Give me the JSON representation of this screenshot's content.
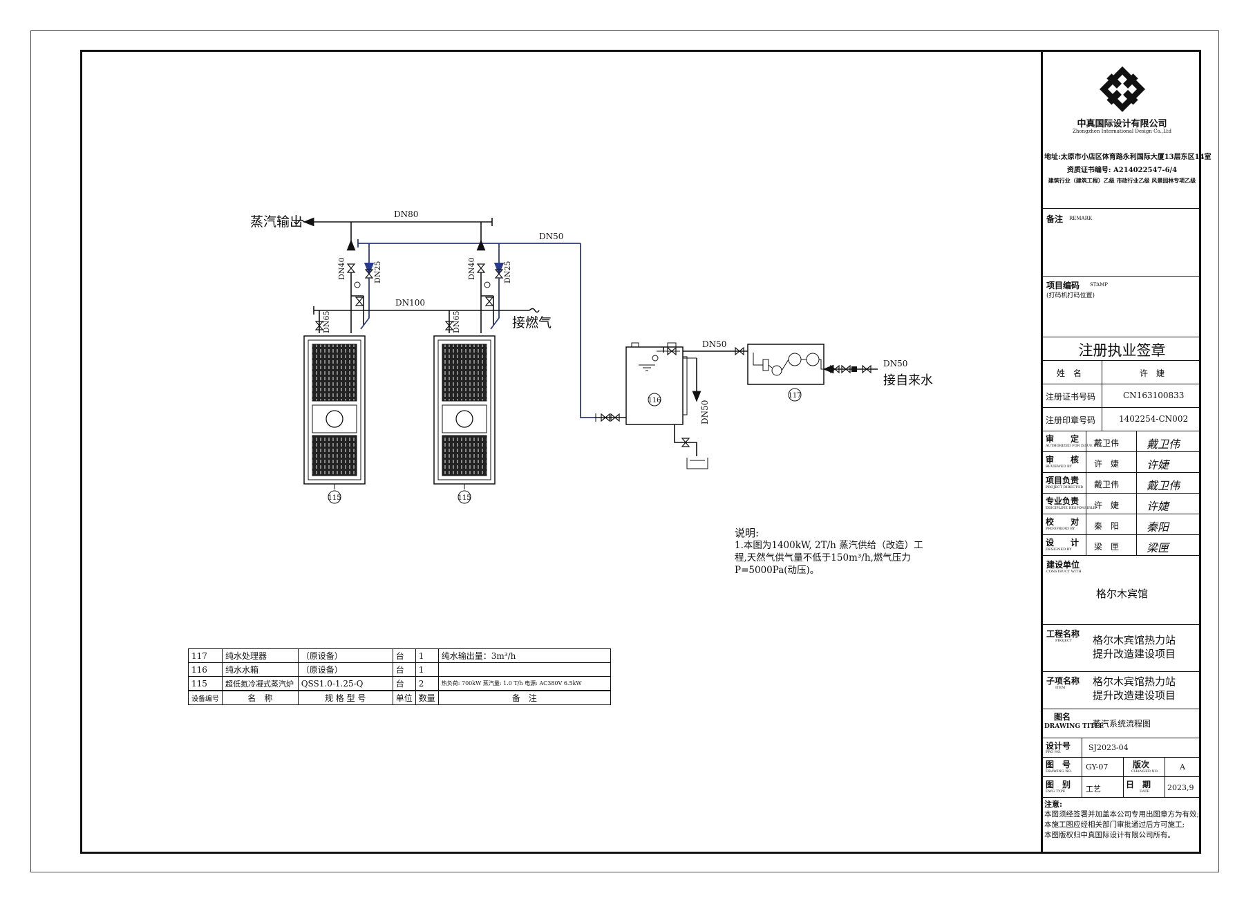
{
  "diagram": {
    "labels": {
      "steam_out": "蒸汽输出",
      "gas_in": "接燃气",
      "water_in": "接自来水",
      "dn80": "DN80",
      "dn50_top": "DN50",
      "dn100": "DN100",
      "dn40_a": "DN40",
      "dn25_a": "DN25",
      "dn40_b": "DN40",
      "dn25_b": "DN25",
      "dn65_a": "DN65",
      "dn65_b": "DN65",
      "dn50_tank": "DN50",
      "dn50_water": "DN50",
      "dn50_drain": "DN50",
      "tag_115_a": "115",
      "tag_115_b": "115",
      "tag_116": "116",
      "tag_117": "117"
    }
  },
  "notes": {
    "title": "说明:",
    "line1": "1.本图为1400kW, 2T/h 蒸汽供给（改造）工",
    "line2": "程,天然气供气量不低于150m³/h,燃气压力",
    "line3": "P=5000Pa(动压)。"
  },
  "equipment_table": {
    "rows": [
      {
        "no": "117",
        "name": "纯水处理器",
        "spec": "（原设备）",
        "unit": "台",
        "qty": "1",
        "remark": "纯水输出量：3m³/h"
      },
      {
        "no": "116",
        "name": "纯水水箱",
        "spec": "（原设备）",
        "unit": "台",
        "qty": "1",
        "remark": ""
      },
      {
        "no": "115",
        "name": "超低氮冷凝式蒸汽炉",
        "spec": "QSS1.0-1.25-Q",
        "unit": "台",
        "qty": "2",
        "remark": "热负荷: 700kW  蒸汽量: 1.0 T/h  电源: AC380V 6.5kW"
      }
    ],
    "header": {
      "no": "设备编号",
      "name": "名　称",
      "spec": "规 格 型 号",
      "unit": "单位",
      "qty": "数量",
      "remark": "备　注"
    }
  },
  "title_block": {
    "company_cn": "中真国际设计有限公司",
    "company_en": "Zhongzhen International Design Co.,Ltd",
    "address": "地址:太原市小店区体育路永利国际大厦13层东区14室",
    "cert": "资质证书编号: A214022547-6/4",
    "grades": "建筑行业（建筑工程）乙级 市政行业乙级 风景园林专项乙级",
    "remark_label": "备注",
    "remark_en": "REMARK",
    "project_code_label": "项目编码",
    "project_code_en": "STAMP",
    "project_code_hint": "(打码机打码位置)",
    "reg_stamp_title": "注册执业签章",
    "name_label": "姓　名",
    "name_value": "许　婕",
    "reg_no_label": "注册证书号码",
    "reg_no_value": "CN163100833",
    "seal_no_label": "注册印章号码",
    "seal_no_value": "1402254-CN002",
    "roles": [
      {
        "label": "审　　定",
        "en": "AUTHORIZED FOR ISSUE BY",
        "person": "戴卫伟",
        "sign": "戴卫伟"
      },
      {
        "label": "审　　核",
        "en": "REVIEWED BY",
        "person": "许　婕",
        "sign": "许婕"
      },
      {
        "label": "项目负责",
        "en": "PROJECT DIRECTOR",
        "person": "戴卫伟",
        "sign": "戴卫伟"
      },
      {
        "label": "专业负责",
        "en": "DISCIPLINE RESPONSIBLE",
        "person": "许　婕",
        "sign": "许婕"
      },
      {
        "label": "校　　对",
        "en": "PROOFREAD BY",
        "person": "秦　阳",
        "sign": "秦阳"
      },
      {
        "label": "设　　计",
        "en": "DESIGNED BY",
        "person": "梁　匣",
        "sign": "梁匣"
      }
    ],
    "client_label": "建设单位",
    "client_en": "CONSTRUCT WITH",
    "client_value": "格尔木宾馆",
    "project_label": "工程名称",
    "project_en": "PROJECT",
    "project_line1": "格尔木宾馆热力站",
    "project_line2": "提升改造建设项目",
    "item_label": "子项名称",
    "item_en": "ITEM",
    "item_line1": "格尔木宾馆热力站",
    "item_line2": "提升改造建设项目",
    "drawing_title_label": "图名",
    "drawing_title_en": "DRAWING TITLE",
    "drawing_title_value": "蒸汽系统流程图",
    "design_no_label": "设计号",
    "design_no_en": "PRO NO.",
    "design_no_value": "SJ2023-04",
    "drawing_no_label": "图　号",
    "drawing_no_en": "DRAWING NO.",
    "drawing_no_value": "GY-07",
    "version_label": "版次",
    "version_en": "CHANGED NO.",
    "version_value": "A",
    "category_label": "图　别",
    "category_en": "DWG TYPE",
    "category_value": "工艺",
    "date_label": "日　期",
    "date_en": "DATE",
    "date_value": "2023,9",
    "notice_title": "注意:",
    "notice_1": "本图须经签署并加盖本公司专用出图章方为有效;",
    "notice_2": "本施工图应经相关部门审批通过后方可施工;",
    "notice_3": "本图版权归中真国际设计有限公司所有。"
  }
}
